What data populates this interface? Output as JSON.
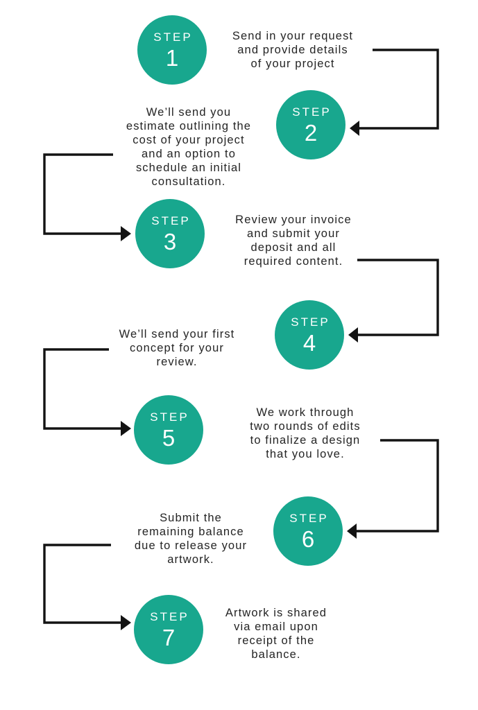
{
  "palette": {
    "circle_teal": "#18A78E",
    "arrow_black": "#131313",
    "text_dark": "#242424",
    "background": "#FFFFFF"
  },
  "steps": [
    {
      "label": "STEP",
      "number": "1",
      "description": "Send in your request\nand provide details\nof your project"
    },
    {
      "label": "STEP",
      "number": "2",
      "description": "We’ll send you\nestimate outlining the\ncost of your project\nand an option to\nschedule an initial\nconsultation."
    },
    {
      "label": "STEP",
      "number": "3",
      "description": "Review your invoice\nand submit your\ndeposit and all\nrequired content."
    },
    {
      "label": "STEP",
      "number": "4",
      "description": "We’ll send your first\nconcept for your\nreview."
    },
    {
      "label": "STEP",
      "number": "5",
      "description": "We work through\ntwo rounds of edits\nto finalize a design\nthat you love."
    },
    {
      "label": "STEP",
      "number": "6",
      "description": "Submit the\nremaining balance\ndue to release your\nartwork."
    },
    {
      "label": "STEP",
      "number": "7",
      "description": "Artwork is shared\nvia email upon\nreceipt of the\nbalance."
    }
  ],
  "connectors": [
    {
      "from": "1",
      "to": "2"
    },
    {
      "from": "2",
      "to": "3"
    },
    {
      "from": "3",
      "to": "4"
    },
    {
      "from": "4",
      "to": "5"
    },
    {
      "from": "5",
      "to": "6"
    },
    {
      "from": "6",
      "to": "7"
    }
  ]
}
